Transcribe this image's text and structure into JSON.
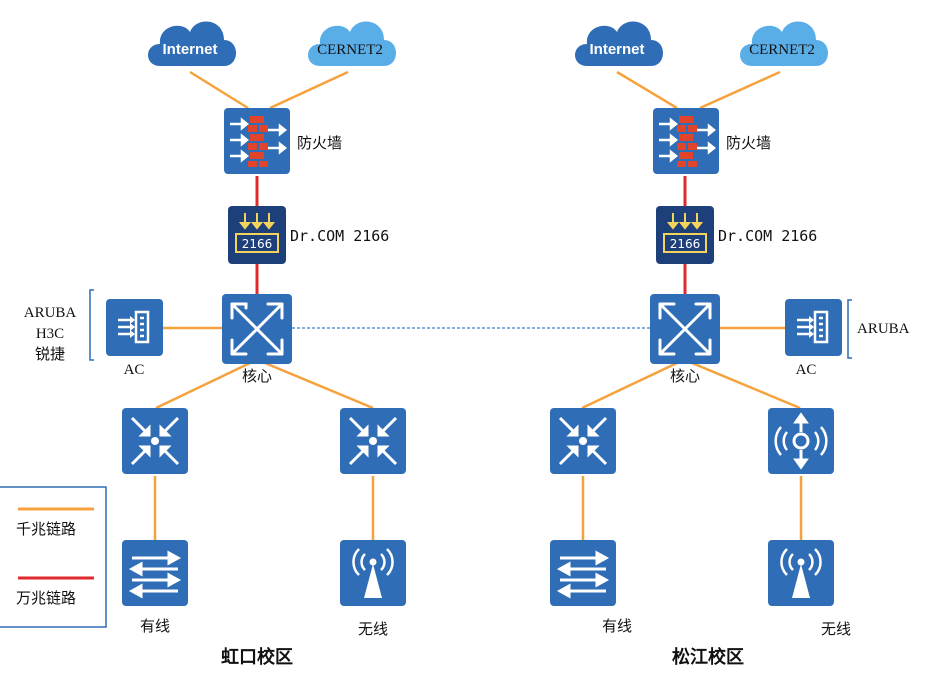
{
  "colors": {
    "gigabit_link": "#f5a23c",
    "ten_gigabit_link": "#e02a2e",
    "node_blue": "#2f6db6",
    "cloud_dark": "#2f6db6",
    "cloud_light": "#5aaee8",
    "firewall_brick": "#e0452b",
    "auth_box": "#1d3f7a",
    "auth_yellow": "#f3d35c",
    "dashed_link": "#3b7fd1"
  },
  "legend": {
    "gigabit_label": "千兆链路",
    "ten_gigabit_label": "万兆链路"
  },
  "hongkou": {
    "campus_name": "虹口校区",
    "internet_label": "Internet",
    "cernet_label": "CERNET2",
    "firewall_label": "防火墙",
    "auth_label": "Dr.COM 2166",
    "auth_device_text": "2166",
    "core_label": "核心",
    "ac_label": "AC",
    "ac_vendors": [
      "ARUBA",
      "H3C",
      "锐捷"
    ],
    "wired_label": "有线",
    "wireless_label": "无线"
  },
  "songjiang": {
    "campus_name": "松江校区",
    "internet_label": "Internet",
    "cernet_label": "CERNET2",
    "firewall_label": "防火墙",
    "auth_label": "Dr.COM 2166",
    "auth_device_text": "2166",
    "core_label": "核心",
    "ac_label": "AC",
    "ac_vendors": [
      "ARUBA"
    ],
    "wired_label": "有线",
    "wireless_label": "无线"
  }
}
